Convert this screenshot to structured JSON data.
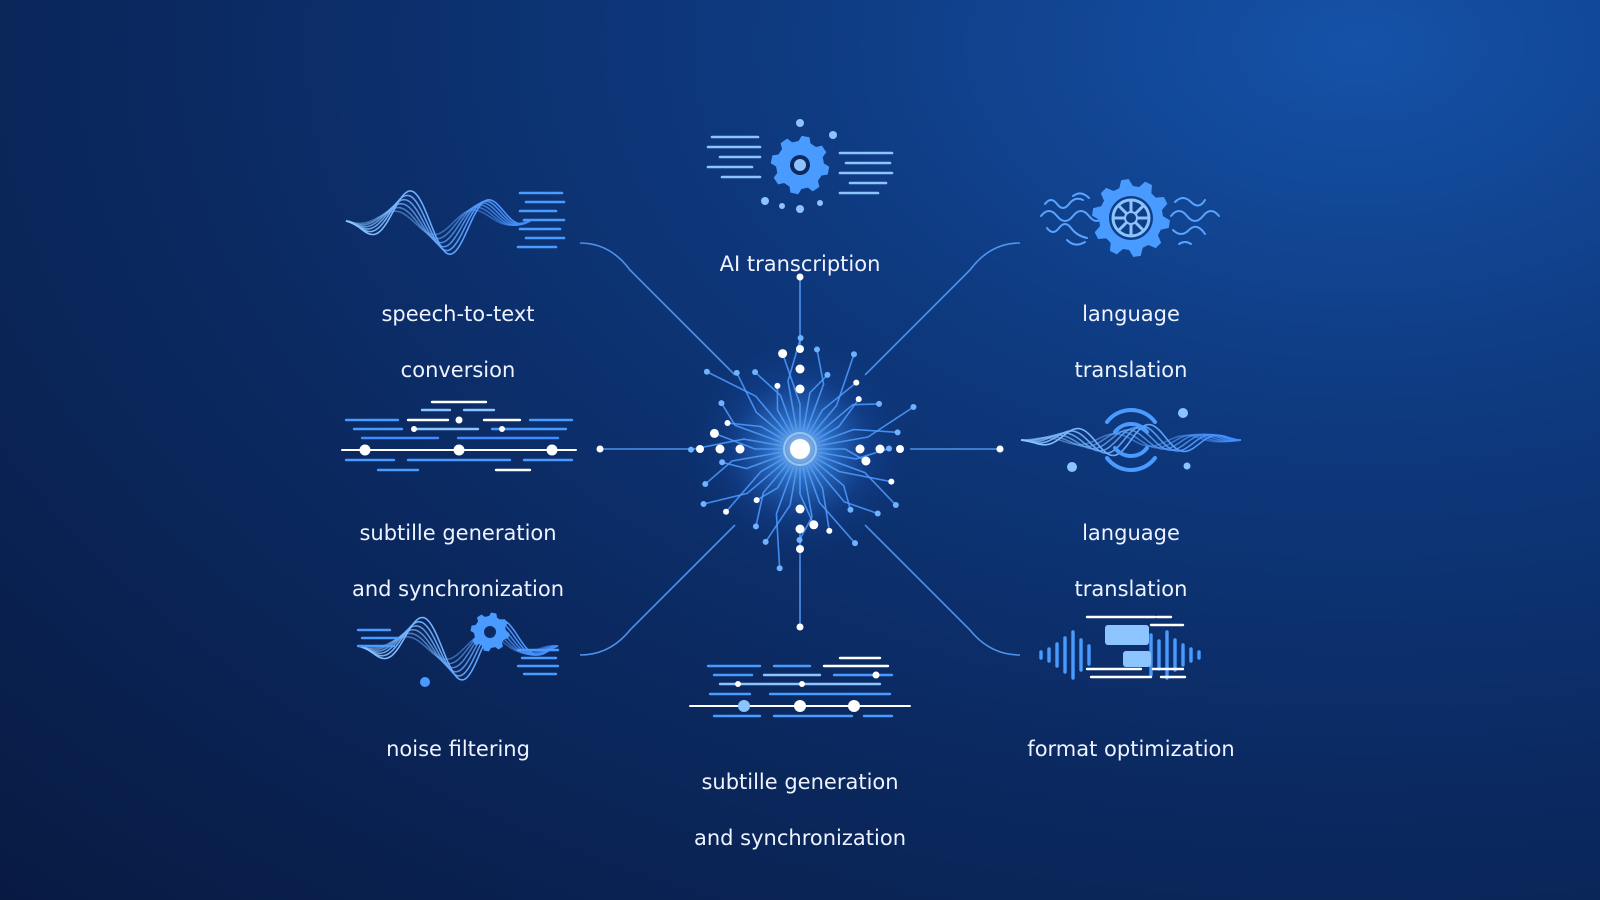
{
  "colors": {
    "background_top": "#1552a8",
    "background_bottom": "#081a42",
    "accent": "#3f8cff",
    "accent_light": "#8cc4ff",
    "node_white": "#ffffff",
    "text": "#eef3ff"
  },
  "center": {
    "icon": "ai-chip-circuit-icon"
  },
  "nodes": [
    {
      "id": "top",
      "icon": "gear-text-icon",
      "lines": [
        "AI transcription"
      ]
    },
    {
      "id": "top-left",
      "icon": "waveform-text-icon",
      "lines": [
        "speech-to-text",
        "conversion"
      ]
    },
    {
      "id": "top-right",
      "icon": "gear-wave-icon",
      "lines": [
        "language",
        "translation"
      ]
    },
    {
      "id": "mid-left",
      "icon": "subtitle-timeline-icon",
      "lines": [
        "subtille generation",
        "and synchronization"
      ]
    },
    {
      "id": "mid-right",
      "icon": "sound-arc-wave-icon",
      "lines": [
        "language",
        "translation"
      ]
    },
    {
      "id": "bottom-left",
      "icon": "wave-gear-icon",
      "lines": [
        "noise filtering"
      ]
    },
    {
      "id": "bottom",
      "icon": "subtitle-timeline-icon",
      "lines": [
        "subtille generation",
        "and synchronization"
      ]
    },
    {
      "id": "bottom-right",
      "icon": "equalizer-document-icon",
      "lines": [
        "format optimization"
      ]
    }
  ]
}
